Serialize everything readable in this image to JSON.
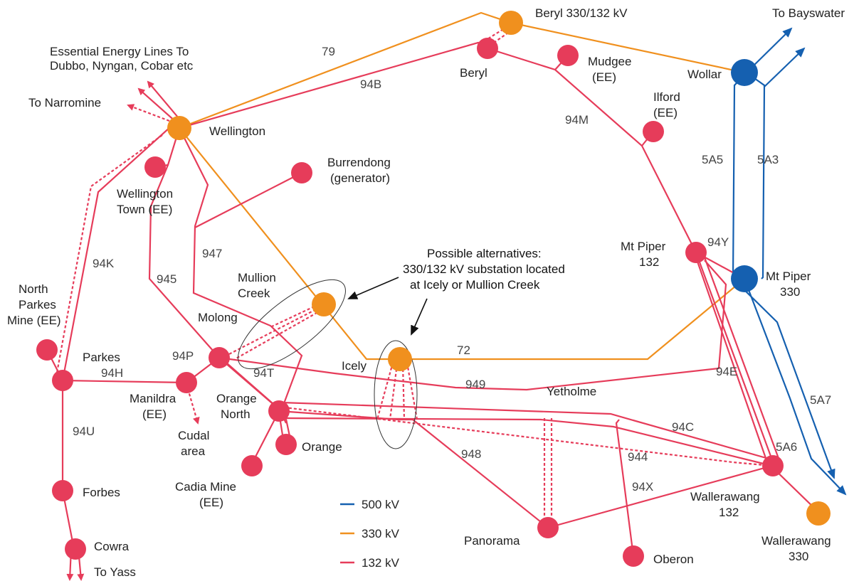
{
  "colors": {
    "kv132": "#e63c5a",
    "kv330": "#f0901e",
    "kv500": "#1560b0"
  },
  "legend": [
    {
      "label": "500 kV",
      "color": "#1560b0"
    },
    {
      "label": "330 kV",
      "color": "#f0901e"
    },
    {
      "label": "132 kV",
      "color": "#e63c5a"
    }
  ],
  "labels": {
    "beryl330": "Beryl 330/132 kV",
    "beryl": "Beryl",
    "mudgee1": "Mudgee",
    "mudgee2": "(EE)",
    "ilford1": "Ilford",
    "ilford2": "(EE)",
    "wollar": "Wollar",
    "to_bayswater": "To Bayswater",
    "ee_lines1": "Essential Energy Lines To",
    "ee_lines2": "Dubbo, Nyngan, Cobar etc",
    "to_narromine": "To Narromine",
    "wellington": "Wellington",
    "wellington_town1": "Wellington",
    "wellington_town2": "Town (EE)",
    "burrendong1": "Burrendong",
    "burrendong2": "(generator)",
    "mt_piper132_1": "Mt Piper",
    "mt_piper132_2": "132",
    "mt_piper330_1": "Mt Piper",
    "mt_piper330_2": "330",
    "north_parkes1": "North",
    "north_parkes2": "Parkes",
    "north_parkes3": "Mine (EE)",
    "parkes": "Parkes",
    "mullion1": "Mullion",
    "mullion2": "Creek",
    "molong": "Molong",
    "icely": "Icely",
    "yetholme": "Yetholme",
    "manildra1": "Manildra",
    "manildra2": "(EE)",
    "cudal1": "Cudal",
    "cudal2": "area",
    "orange_north1": "Orange",
    "orange_north2": "North",
    "orange": "Orange",
    "cadia1": "Cadia Mine",
    "cadia2": "(EE)",
    "forbes": "Forbes",
    "cowra": "Cowra",
    "to_yass": "To Yass",
    "panorama": "Panorama",
    "oberon": "Oberon",
    "wallerawang132_1": "Wallerawang",
    "wallerawang132_2": "132",
    "wallerawang330_1": "Wallerawang",
    "wallerawang330_2": "330",
    "alt1": "Possible alternatives:",
    "alt2": "330/132 kV substation located",
    "alt3": "at Icely or Mullion Creek"
  },
  "line_numbers": {
    "l79": "79",
    "l94B": "94B",
    "l94M": "94M",
    "l5A5": "5A5",
    "l5A3": "5A3",
    "l94Y": "94Y",
    "l947": "947",
    "l945": "945",
    "l94K": "94K",
    "l94P": "94P",
    "l94H": "94H",
    "l94T": "94T",
    "l72": "72",
    "l949": "949",
    "l94E": "94E",
    "l5A7": "5A7",
    "l94C": "94C",
    "l5A6": "5A6",
    "l944": "944",
    "l948": "948",
    "l94X": "94X",
    "l94U": "94U"
  }
}
